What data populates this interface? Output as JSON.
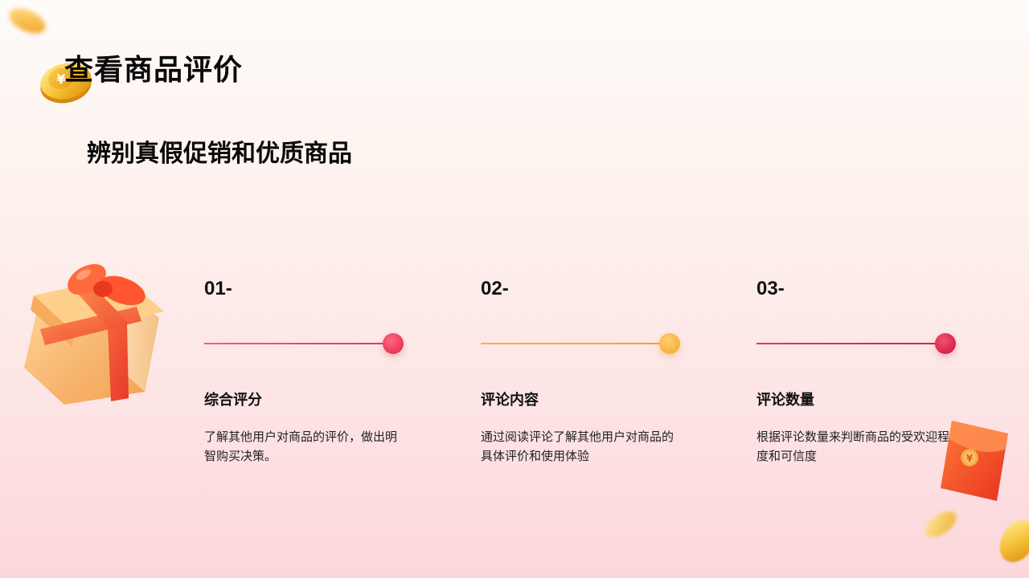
{
  "title": "查看商品评价",
  "subtitle": "辨别真假促销和优质商品",
  "steps": [
    {
      "number": "01-",
      "heading": "综合评分",
      "description": "了解其他用户对商品的评价，做出明智购买决策。",
      "accent_color": "#e8364f"
    },
    {
      "number": "02-",
      "heading": "评论内容",
      "description": "通过阅读评论了解其他用户对商品的具体评价和使用体验",
      "accent_color": "#f6a83a"
    },
    {
      "number": "03-",
      "heading": "评论数量",
      "description": "根据评论数量来判断商品的受欢迎程度和可信度",
      "accent_color": "#d81e43"
    }
  ],
  "decorations": {
    "coin_icon": "yuan-coin-icon",
    "gift_icon": "gift-box-icon",
    "red_envelope_icon": "red-envelope-icon"
  }
}
